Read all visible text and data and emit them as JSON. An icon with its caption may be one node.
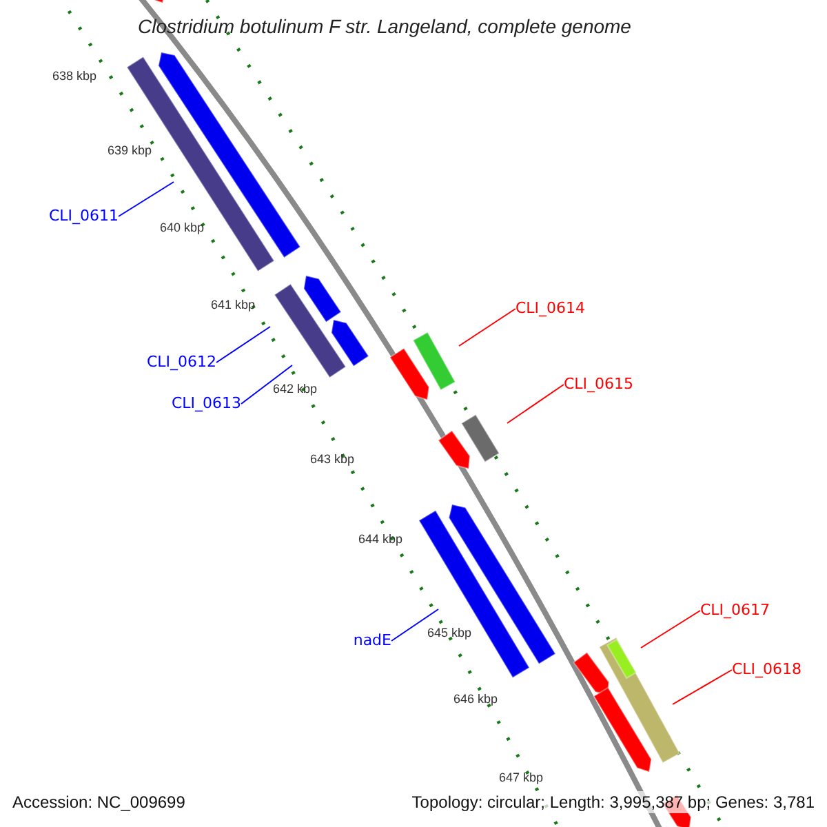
{
  "diagram": {
    "title": "Clostridium botulinum F str. Langeland, complete genome",
    "nodes": [
      {
        "text": [
          "CLI_0611"
        ]
      },
      {
        "text": [
          "CLI_0612"
        ]
      },
      {
        "text": [
          "CLI_0613"
        ]
      },
      {
        "text": [
          "nadE"
        ]
      },
      {
        "text": [
          "CLI_0614"
        ]
      },
      {
        "text": [
          "CLI_0615"
        ]
      },
      {
        "text": [
          "CLI_0617"
        ]
      },
      {
        "text": [
          "CLI_0618"
        ]
      }
    ],
    "edges": [
      {
        "from": 0,
        "to": null,
        "arrow": "none"
      },
      {
        "from": 1,
        "to": null,
        "arrow": "none"
      },
      {
        "from": 2,
        "to": null,
        "arrow": "none"
      },
      {
        "from": 3,
        "to": null,
        "arrow": "none"
      },
      {
        "from": 4,
        "to": null,
        "arrow": "none",
        "color": "#ff0000"
      },
      {
        "from": 5,
        "to": null,
        "arrow": "none",
        "color": "#ff0000"
      },
      {
        "from": 6,
        "to": null,
        "arrow": "none",
        "color": "#ff0000"
      },
      {
        "from": 7,
        "to": null,
        "arrow": "none",
        "color": "#ff0000"
      }
    ],
    "labels": [
      "638 kbp",
      "639 kbp",
      "640 kbp",
      "641 kbp",
      "642 kbp",
      "643 kbp",
      "644 kbp",
      "645 kbp",
      "646 kbp",
      "647 kbp",
      "Accession: NC_009699",
      "Topology: circular; Length: 3,995,387 bp; Genes: 3,781"
    ]
  }
}
